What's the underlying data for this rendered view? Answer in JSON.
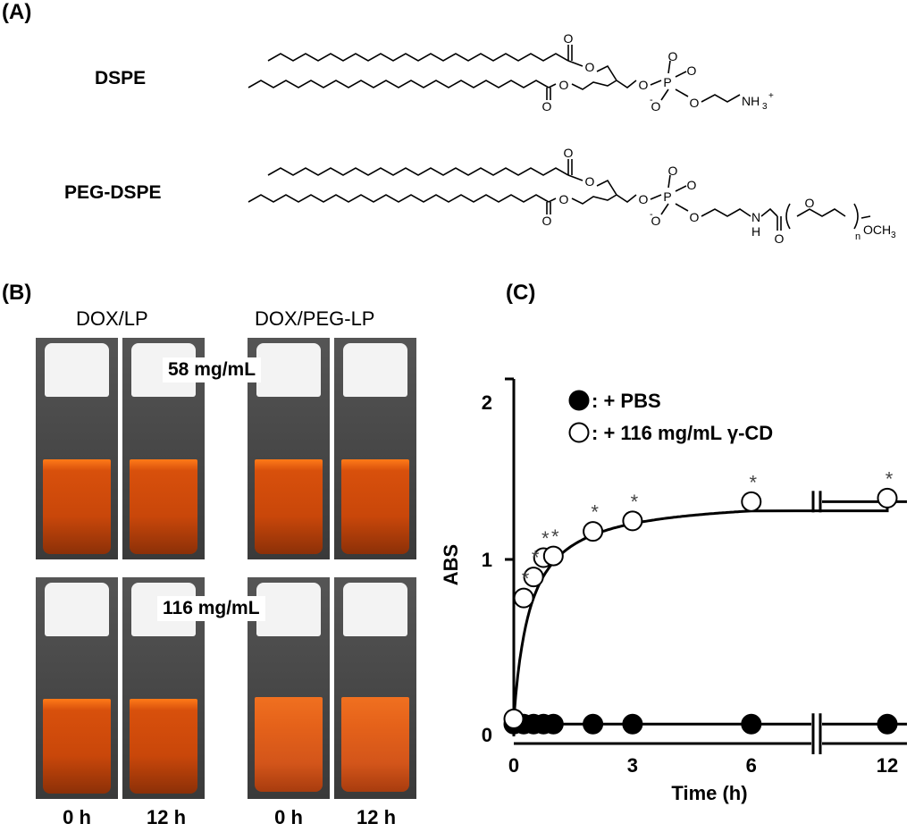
{
  "panels": {
    "a": "(A)",
    "b": "(B)",
    "c": "(C)"
  },
  "structures": {
    "dspe": {
      "name": "DSPE",
      "head_group": "NH",
      "head_sub": "3",
      "head_sup": "+"
    },
    "peg_dspe": {
      "name": "PEG-DSPE",
      "head_group": "OCH",
      "head_sub": "3",
      "repeat": "n",
      "amide_h": "H",
      "amide_n": "N"
    },
    "atoms": {
      "O": "O",
      "P": "P",
      "O_minus": "O",
      "minus": "-"
    }
  },
  "photos": {
    "groups": [
      "DOX/LP",
      "DOX/PEG-LP"
    ],
    "rows": [
      "58 mg/mL",
      "116 mg/mL"
    ],
    "times": [
      "0 h",
      "12 h",
      "0 h",
      "12 h"
    ],
    "colors": {
      "cap": "#f4f4f4",
      "liquid": "#e35a10",
      "background": "#4a4a4a"
    }
  },
  "chart_data": {
    "type": "scatter",
    "xlabel": "Time (h)",
    "ylabel": "ABS",
    "x_ticks": [
      "0",
      "3",
      "6",
      "12"
    ],
    "y_ticks": [
      "0",
      "1",
      "2"
    ],
    "ylim": [
      0,
      2
    ],
    "axis_break": "between 6 and 12",
    "legend_position": "top-left",
    "series": [
      {
        "name": ": + PBS",
        "marker": "filled-circle",
        "x": [
          0,
          0.25,
          0.5,
          0.75,
          1,
          2,
          3,
          6,
          12
        ],
        "y": [
          0.06,
          0.06,
          0.06,
          0.06,
          0.06,
          0.06,
          0.06,
          0.06,
          0.06
        ]
      },
      {
        "name": ": + 116 mg/mL γ-CD",
        "marker": "open-circle",
        "x": [
          0,
          0.25,
          0.5,
          0.75,
          1,
          2,
          3,
          6,
          12
        ],
        "y": [
          0.09,
          0.78,
          0.9,
          1.01,
          1.02,
          1.16,
          1.22,
          1.33,
          1.35
        ],
        "significance": [
          "",
          "*",
          "*",
          "*",
          "*",
          "*",
          "*",
          "*",
          "*"
        ]
      }
    ]
  }
}
